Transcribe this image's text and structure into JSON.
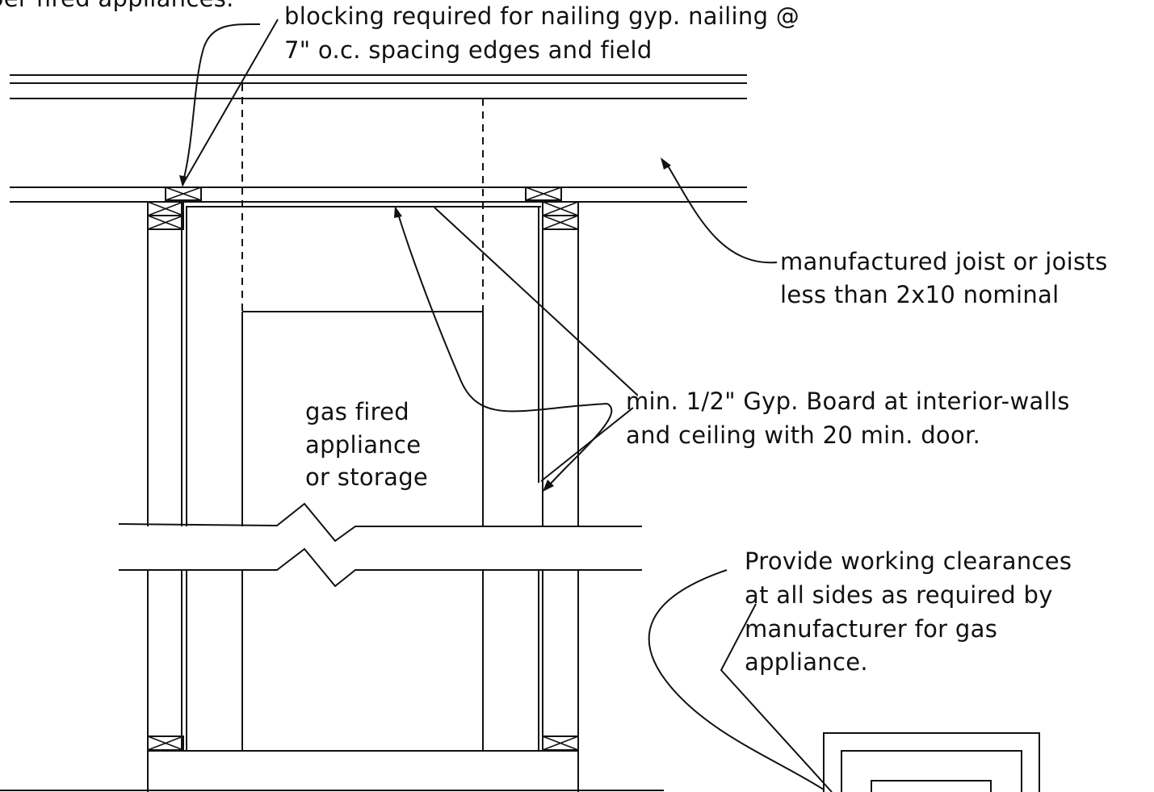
{
  "notes": {
    "top_left_partial": "per fired appliances.",
    "blocking_line1": "blocking required for nailing  gyp. nailing @",
    "blocking_line2": "7\" o.c. spacing edges and field",
    "joist_line1": "manufactured joist or joists",
    "joist_line2": "less than 2x10 nominal",
    "gyp_line1": "min. 1/2\" Gyp.  Board at interior-walls",
    "gyp_line2": "and ceiling with 20 min. door.",
    "appliance_line1": "gas fired",
    "appliance_line2": "appliance",
    "appliance_line3": "or storage",
    "clearance_line1": "Provide working clearances",
    "clearance_line2": "at all sides as required by",
    "clearance_line3": "manufacturer for gas",
    "clearance_line4": "appliance."
  },
  "colors": {
    "ink": "#111111",
    "paper": "#ffffff"
  }
}
